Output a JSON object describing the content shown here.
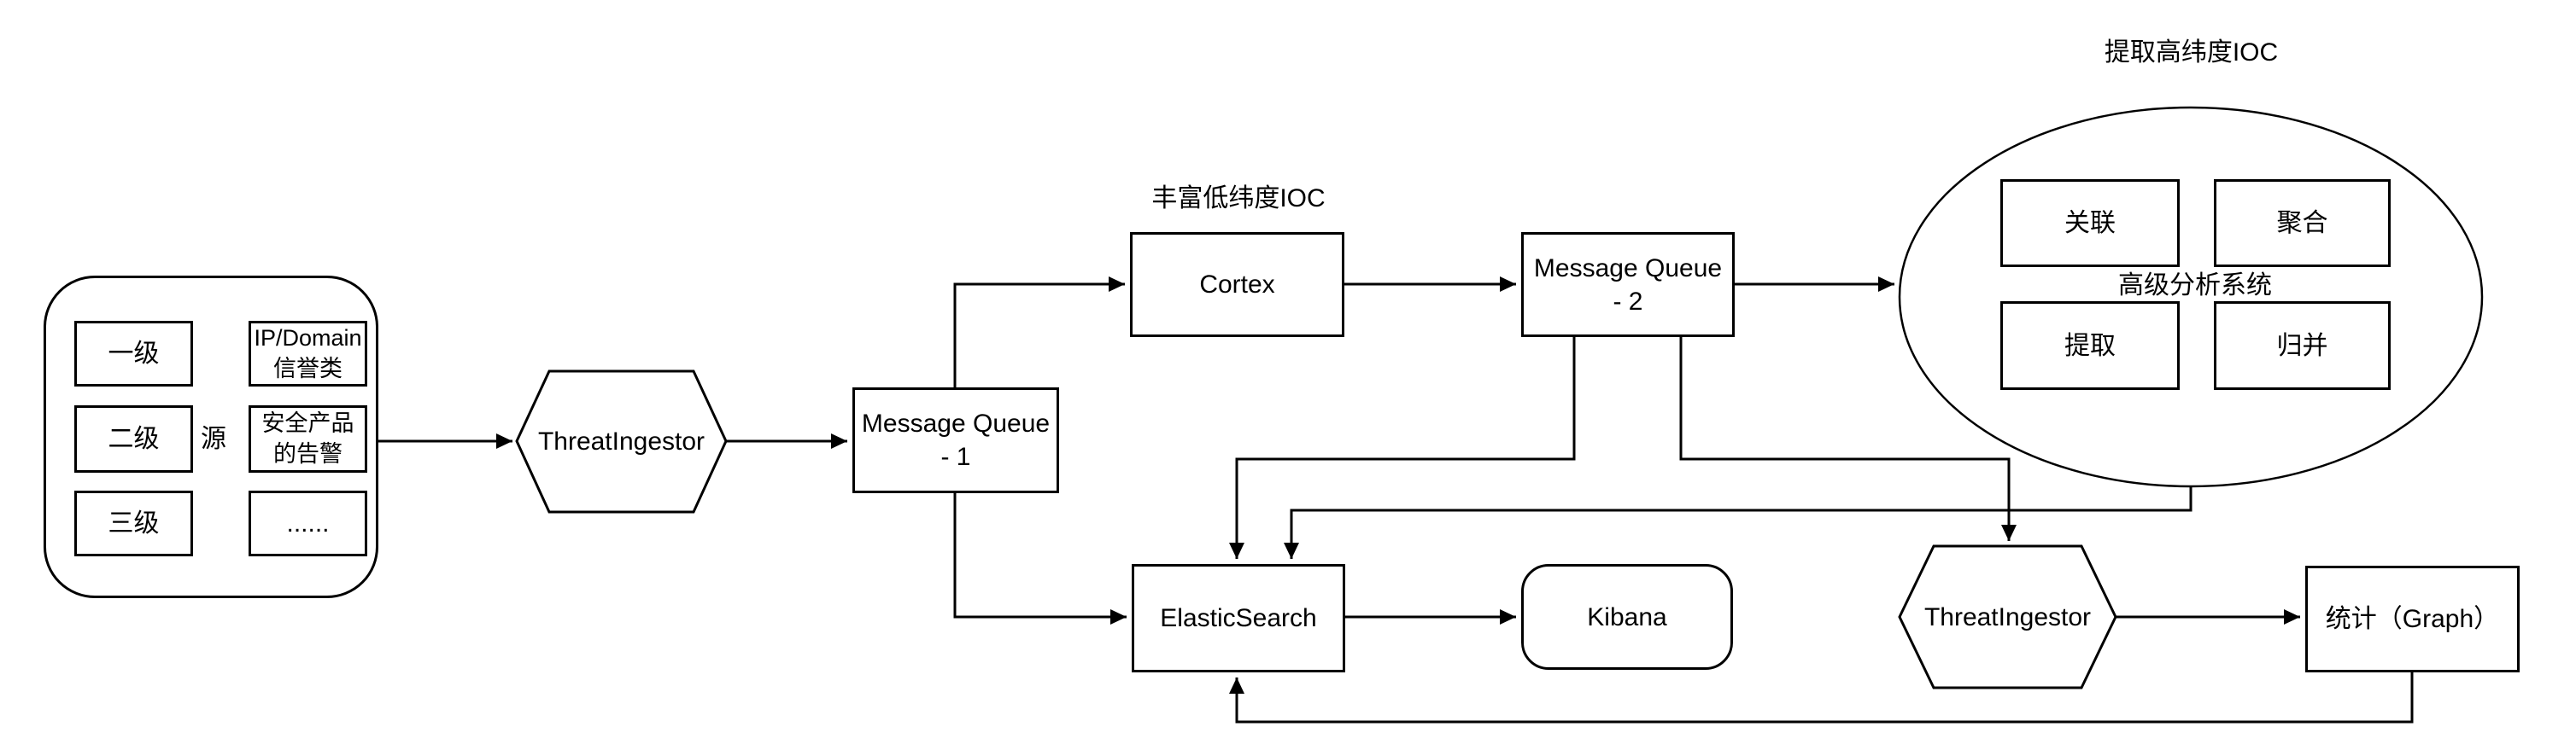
{
  "title_labels": {
    "enrich_low_ioc": "丰富低纬度IOC",
    "extract_high_ioc": "提取高纬度IOC"
  },
  "source_group": {
    "center_label": "源",
    "levels": [
      "一级",
      "二级",
      "三级"
    ],
    "types": [
      "IP/Domain\n信誉类",
      "安全产品\n的告警",
      "......"
    ]
  },
  "nodes": {
    "threat_ingestor_1": "ThreatIngestor",
    "mq1": "Message Queue\n- 1",
    "cortex": "Cortex",
    "mq2": "Message Queue\n- 2",
    "elasticsearch": "ElasticSearch",
    "kibana": "Kibana",
    "threat_ingestor_2": "ThreatIngestor",
    "stats": "统计（Graph）"
  },
  "analysis_cluster": {
    "label": "高级分析系统",
    "boxes": [
      "关联",
      "聚合",
      "提取",
      "归并"
    ]
  },
  "colors": {
    "stroke": "#000000",
    "background": "#ffffff"
  }
}
